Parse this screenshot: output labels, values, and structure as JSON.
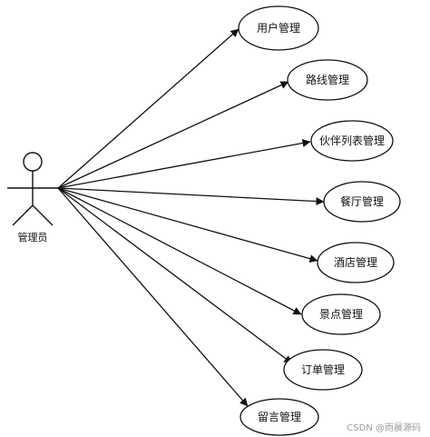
{
  "diagram": {
    "actor": {
      "label": "管理员"
    },
    "use_cases": [
      {
        "id": "user-mgmt",
        "label": "用户管理"
      },
      {
        "id": "route-mgmt",
        "label": "路线管理"
      },
      {
        "id": "partner-list-mgmt",
        "label": "伙伴列表管理"
      },
      {
        "id": "restaurant-mgmt",
        "label": "餐厅管理"
      },
      {
        "id": "hotel-mgmt",
        "label": "酒店管理"
      },
      {
        "id": "scenic-spot-mgmt",
        "label": "景点管理"
      },
      {
        "id": "order-mgmt",
        "label": "订单管理"
      },
      {
        "id": "message-mgmt",
        "label": "留言管理"
      }
    ],
    "watermark": "CSDN @雨晨源码"
  }
}
